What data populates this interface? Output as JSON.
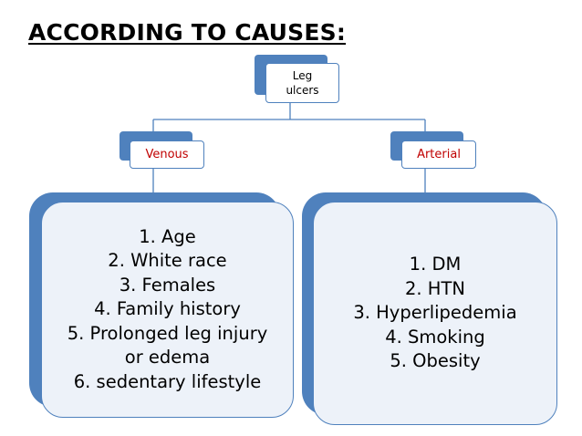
{
  "slide": {
    "title": "ACCORDING TO CAUSES:"
  },
  "root": {
    "label_line1": "Leg",
    "label_line2": "ulcers"
  },
  "branches": [
    {
      "label": "Venous",
      "items": [
        "1. Age",
        "2. White race",
        "3. Females",
        "4. Family history",
        "5. Prolonged leg injury",
        "or edema",
        "6. sedentary lifestyle"
      ]
    },
    {
      "label": "Arterial",
      "items": [
        "1. DM",
        "2. HTN",
        "3. Hyperlipedemia",
        "4. Smoking",
        "5. Obesity"
      ]
    }
  ],
  "colors": {
    "accent": "#4f81bd",
    "panel_fill": "#edf2f9",
    "branch_label": "#c00000"
  }
}
